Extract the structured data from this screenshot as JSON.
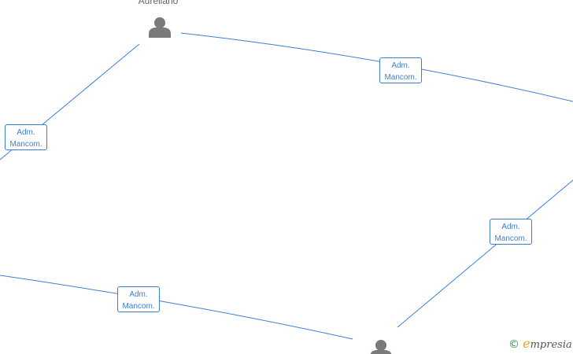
{
  "nodes": [
    {
      "id": "person-top",
      "label": "Aureliano",
      "icon": "person-icon"
    },
    {
      "id": "person-bottom",
      "label": "",
      "icon": "person-icon"
    }
  ],
  "edges": [
    {
      "label_line1": "Adm.",
      "label_line2": "Mancom."
    },
    {
      "label_line1": "Adm.",
      "label_line2": "Mancom."
    },
    {
      "label_line1": "Adm.",
      "label_line2": "Mancom."
    },
    {
      "label_line1": "Adm.",
      "label_line2": "Mancom."
    }
  ],
  "colors": {
    "edge": "#3b7fd4",
    "node": "#7a7a7a",
    "label": "#666666"
  },
  "brand": {
    "copyright_symbol": "©",
    "initial": "e",
    "rest": "mpresia"
  }
}
